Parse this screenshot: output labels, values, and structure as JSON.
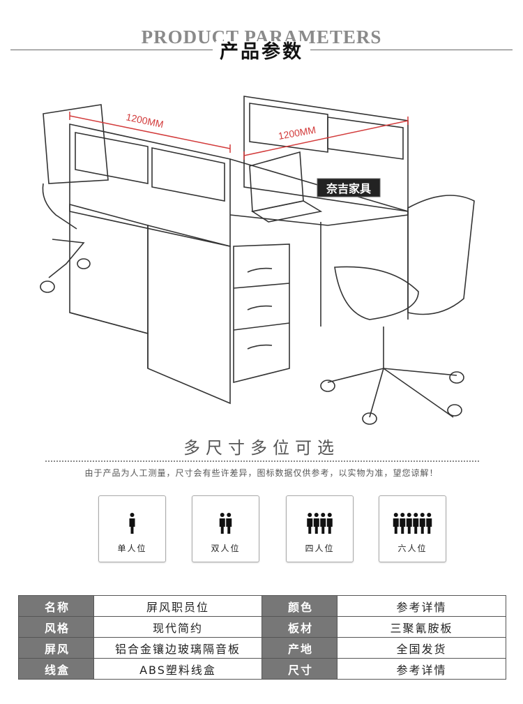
{
  "header": {
    "en": "PRODUCT PARAMETERS",
    "cn": "产品参数"
  },
  "illustration": {
    "dimension_left": "1200MM",
    "dimension_right": "1200MM",
    "brand": "奈吉家具"
  },
  "sizes_section": {
    "title": "多尺寸多位可选",
    "note": "由于产品为人工测量，尺寸会有些许差异，图标数据仅供参考，以实物为准，望您谅解！",
    "options": [
      {
        "label": "单人位",
        "people": 1
      },
      {
        "label": "双人位",
        "people": 2
      },
      {
        "label": "四人位",
        "people": 4
      },
      {
        "label": "六人位",
        "people": 6
      }
    ]
  },
  "params": {
    "rows": [
      {
        "k1": "名称",
        "v1": "屏风职员位",
        "k2": "颜色",
        "v2": "参考详情"
      },
      {
        "k1": "风格",
        "v1": "现代简约",
        "k2": "板材",
        "v2": "三聚氰胺板"
      },
      {
        "k1": "屏风",
        "v1": "铝合金镶边玻璃隔音板",
        "k2": "产地",
        "v2": "全国发货"
      },
      {
        "k1": "线盒",
        "v1": "ABS塑料线盒",
        "k2": "尺寸",
        "v2": "参考详情"
      }
    ]
  },
  "colors": {
    "dimension": "#d23a3a",
    "table_key_bg": "#777777"
  }
}
